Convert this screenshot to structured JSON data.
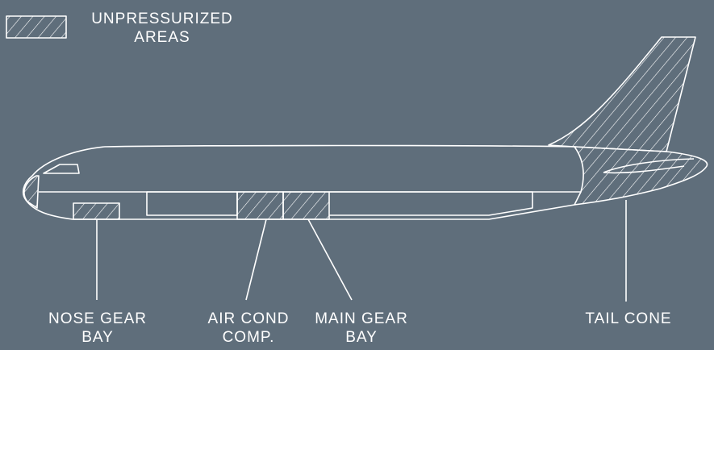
{
  "legend": {
    "line1": "UNPRESSURIZED",
    "line2": "AREAS"
  },
  "callouts": {
    "nose_gear_bay": {
      "line1": "NOSE GEAR",
      "line2": "BAY"
    },
    "air_cond_comp": {
      "line1": "AIR COND",
      "line2": "COMP."
    },
    "main_gear_bay": {
      "line1": "MAIN GEAR",
      "line2": "BAY"
    },
    "tail_cone": {
      "line1": "TAIL CONE"
    }
  },
  "colors": {
    "background": "#5f6e7b",
    "lines": "#ffffff"
  }
}
